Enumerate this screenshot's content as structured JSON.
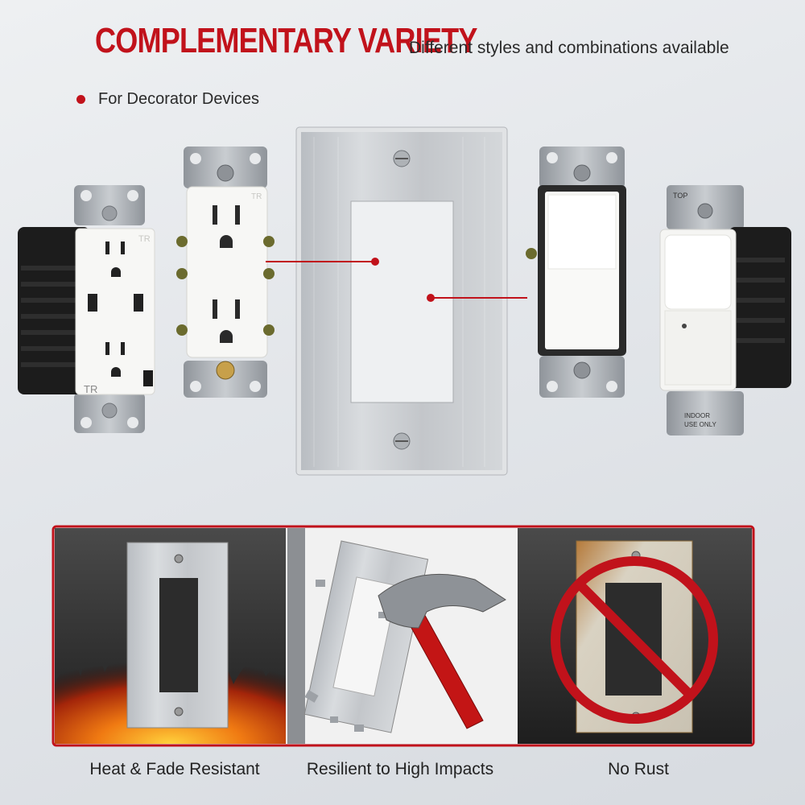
{
  "header": {
    "title": "COMPLEMENTARY VARIETY",
    "subtitle": "Different styles and combinations available"
  },
  "feature_bullet": {
    "label": "For Decorator Devices"
  },
  "devices": {
    "usb_outlet_mark": "TR",
    "outlet_mark": "TR",
    "sensor_top_label": "TOP",
    "sensor_bottom_label_line1": "INDOOR",
    "sensor_bottom_label_line2": "USE ONLY"
  },
  "panels": [
    {
      "caption": "Heat & Fade Resistant"
    },
    {
      "caption": "Resilient to High Impacts"
    },
    {
      "caption": "No Rust"
    }
  ],
  "colors": {
    "accent": "#c1121b",
    "plate": "#c9ccd0",
    "device_white": "#f7f7f5",
    "device_black": "#1c1c1c"
  }
}
